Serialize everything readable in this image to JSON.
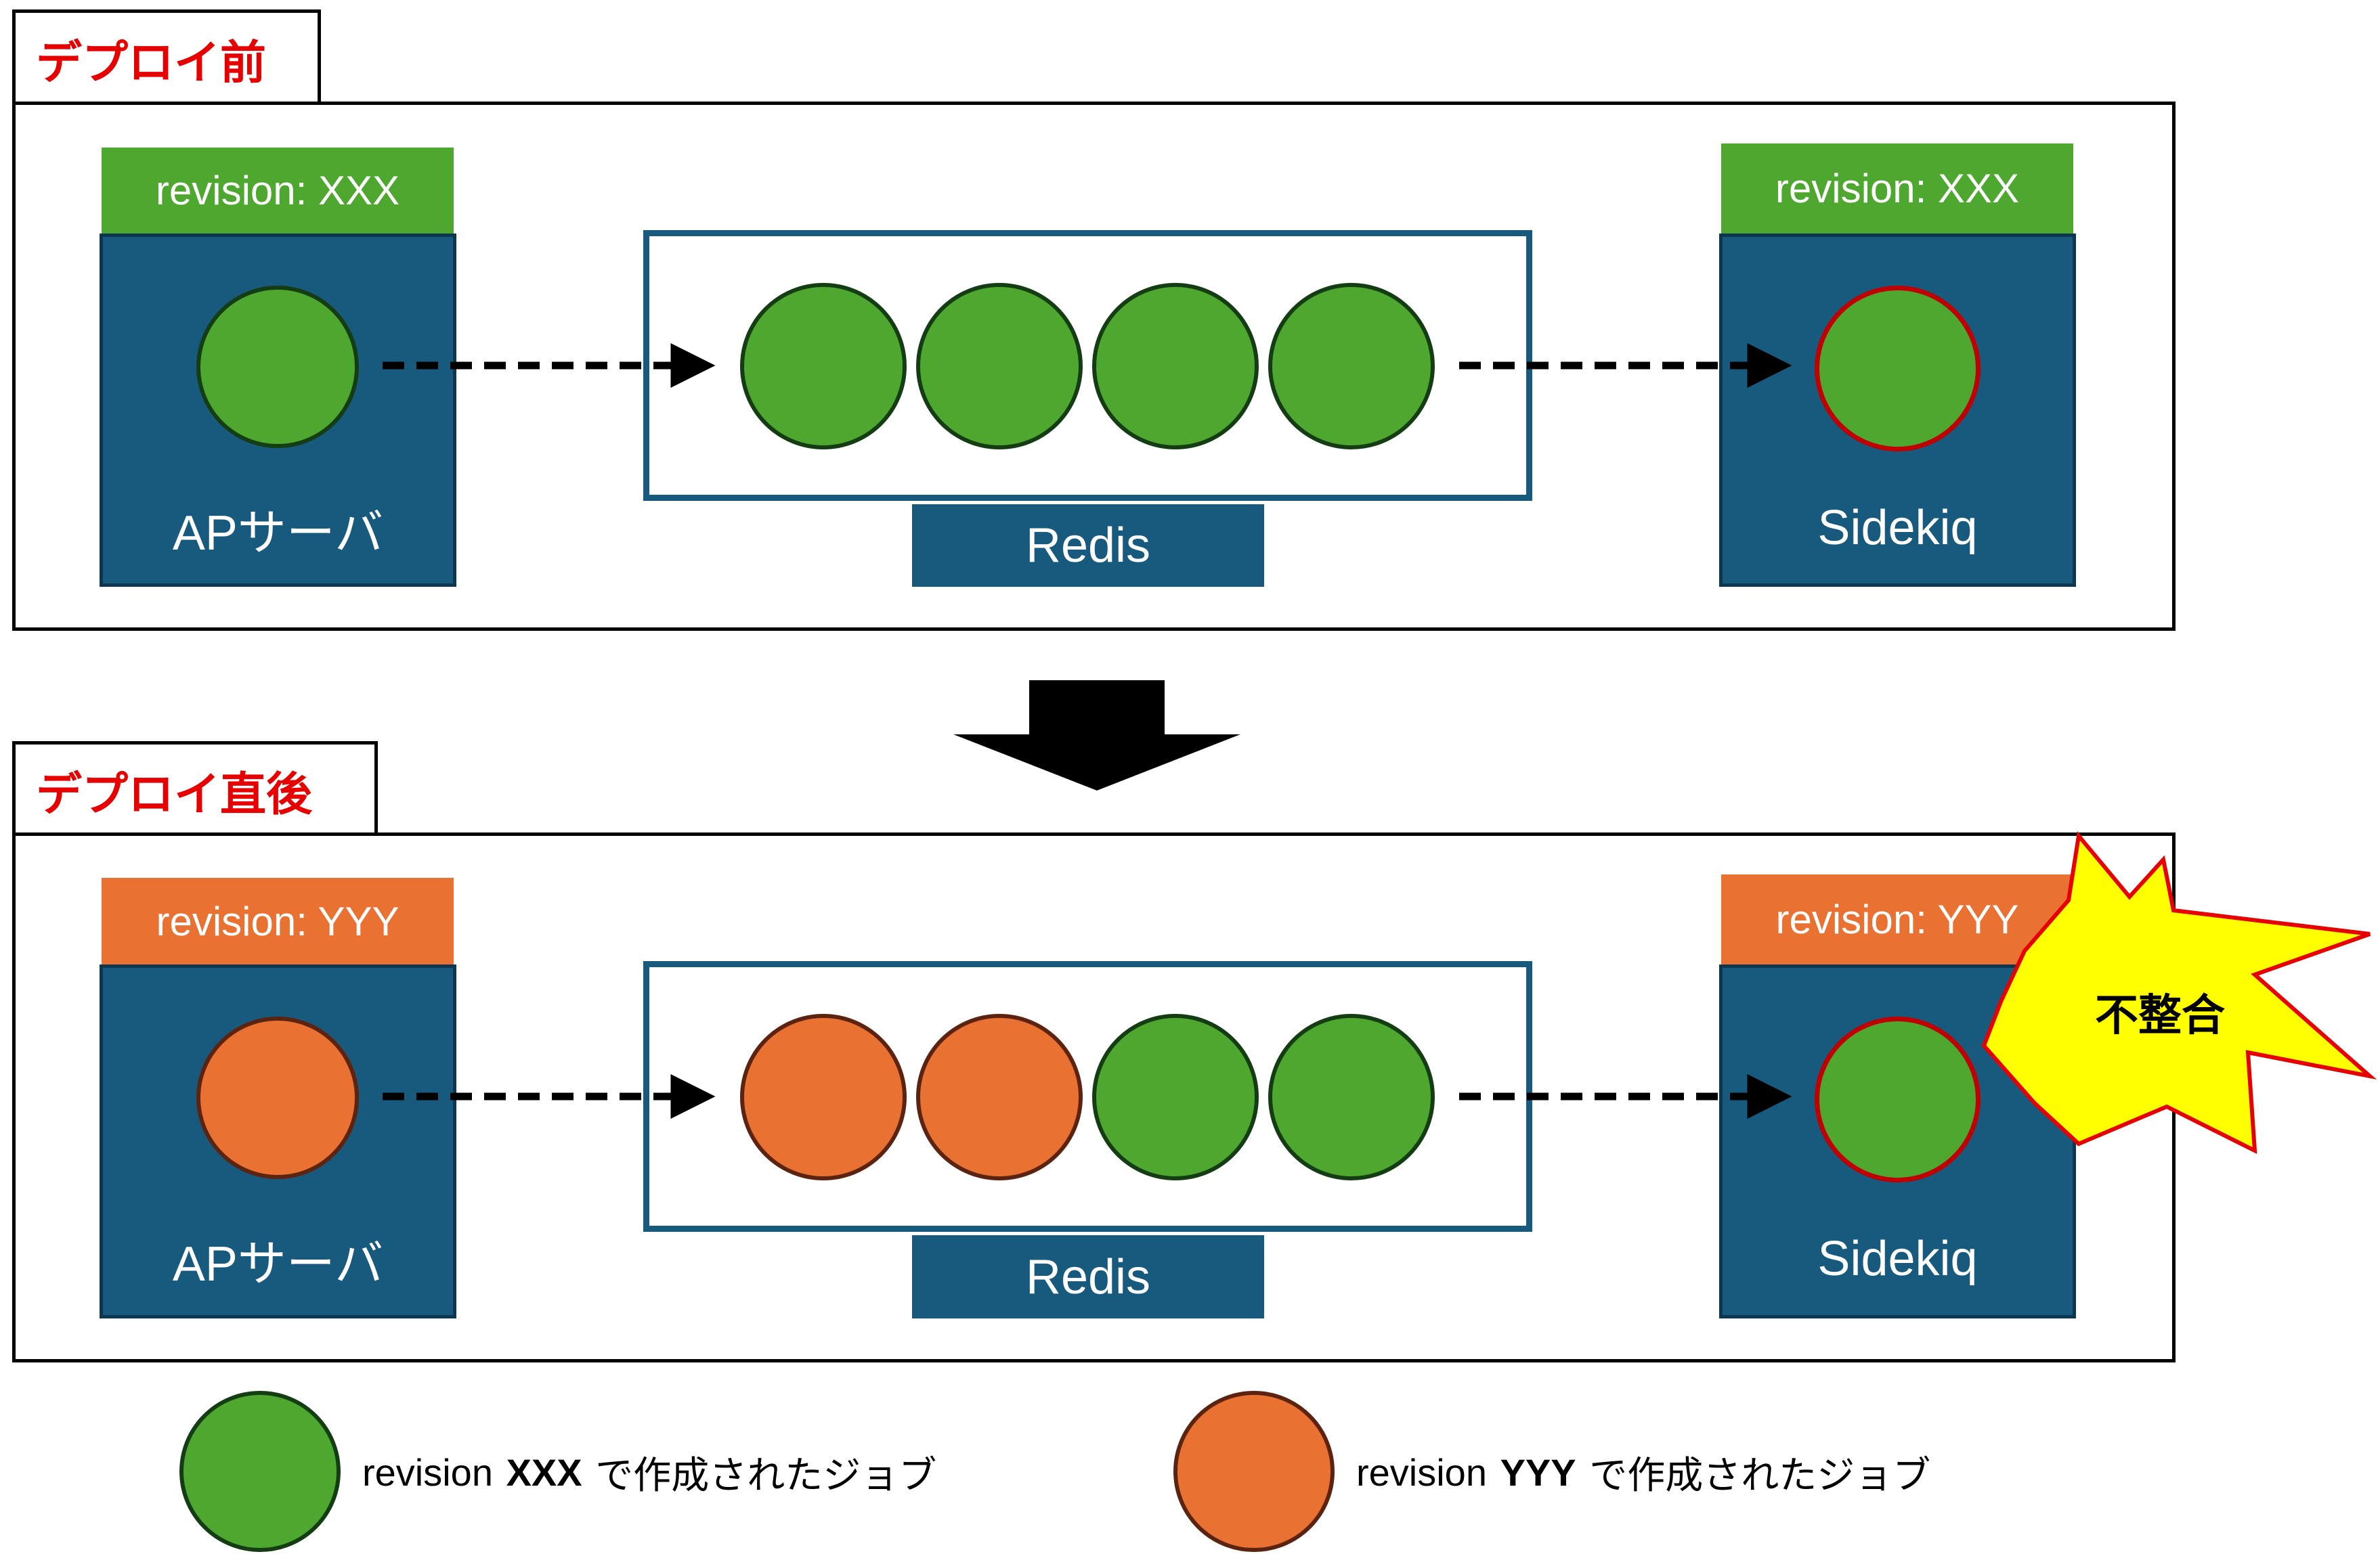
{
  "panels": [
    {
      "tab_label": "デプロイ前",
      "ap": {
        "revision": "revision: XXX",
        "label": "APサーバ",
        "job": "green"
      },
      "redis": {
        "label": "Redis",
        "jobs": [
          "green",
          "green",
          "green",
          "green"
        ]
      },
      "sidekiq": {
        "revision": "revision: XXX",
        "label": "Sidekiq",
        "job": "green"
      }
    },
    {
      "tab_label": "デプロイ直後",
      "ap": {
        "revision": "revision: YYY",
        "label": "APサーバ",
        "job": "orange"
      },
      "redis": {
        "label": "Redis",
        "jobs": [
          "orange",
          "orange",
          "green",
          "green"
        ]
      },
      "sidekiq": {
        "revision": "revision: YYY",
        "label": "Sidekiq",
        "job": "green"
      },
      "alert": "不整合"
    }
  ],
  "legend": [
    {
      "color": "green",
      "prefix": "revision",
      "rev": "XXX",
      "suffix": "で作成されたジョブ"
    },
    {
      "color": "orange",
      "prefix": "revision",
      "rev": "YYY",
      "suffix": "で作成されたジョブ"
    }
  ],
  "colors": {
    "green": "#4ea72e",
    "orange": "#e97132",
    "box_blue": "#185a7e",
    "title_red": "#e60000",
    "alert_yellow": "#ffff00",
    "alert_border": "#e60000"
  }
}
